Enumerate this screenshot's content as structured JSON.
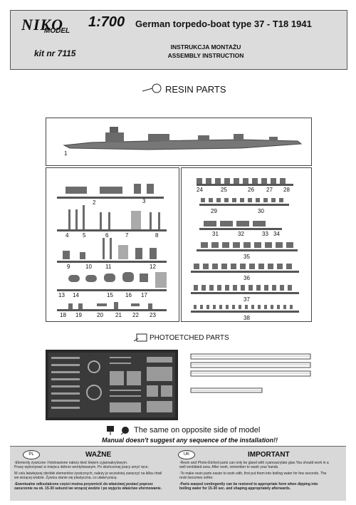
{
  "header": {
    "brand": "NIKO",
    "brand_sub": "MODEL",
    "scale": "1:700",
    "title": "German torpedo-boat type 37 - T18 1941",
    "kit": "kit nr 7115",
    "instr_pl": "INSTRUKCJA MONTAŻU",
    "instr_en": "ASSEMBLY INSTRUCTION"
  },
  "sections": {
    "resin": "RESIN PARTS",
    "photoetched": "PHOTOETCHED PARTS"
  },
  "part_numbers": {
    "hull": "1",
    "left": [
      "2",
      "3",
      "4",
      "5",
      "6",
      "7",
      "8",
      "9",
      "10",
      "11",
      "12",
      "13",
      "14",
      "15",
      "16",
      "17",
      "18",
      "19",
      "20",
      "21",
      "22",
      "23"
    ],
    "right": [
      "24",
      "25",
      "26",
      "27",
      "28",
      "29",
      "30",
      "31",
      "32",
      "33",
      "34",
      "35",
      "36",
      "37",
      "38"
    ]
  },
  "notice": "The same on opposite side of model",
  "warning": "Manual doesn't suggest any sequence of the installation!!",
  "footer": {
    "pl_badge": "PL",
    "pl_title": "WAŻNE",
    "pl_text": [
      "-Elementy żywiczne i fototrawione należy kleić klejem cyjanoakrylowym.",
      "Pracę wykonywać w miejscu dobrze wentylowanym. Po skończonej pracy umyć ręce.",
      "W celu łatwiejszej obróbki elementów żywicznych, należy je wcześniej zanurzyć na kilka chwil we wrzącej wodzie. Żywica stanie się plastyczna, co ułatwi pracę.",
      "-Ewentualne odkształcone części można przywrócić do właściwej postaci poprzez zanurzenie na ok. 15-30 sekund we wrzącej wodzie i po wyjęciu właściwe uformowanie."
    ],
    "uk_badge": "UK",
    "uk_title": "IMPORTANT",
    "uk_text": [
      "-Resin and Photo-Etched parts can only be glued with cyanoacrylate glue.You should work in a well ventilated area. After work, remember to wash your hands.",
      "-To make resin parts easier to work with, first put them into boiling water for few seconds. The resin becomes softer.",
      "-Parts warped contingently can be restored to appropriate form when dipping into boiling water for 15-30 sec. and shaping appropriately afterwards."
    ]
  }
}
